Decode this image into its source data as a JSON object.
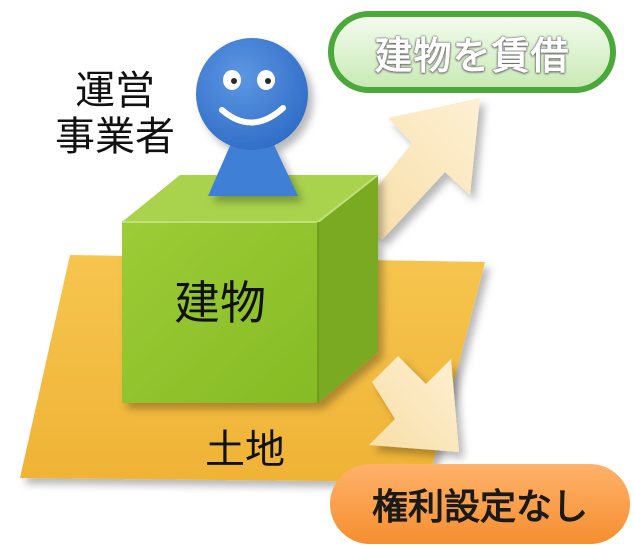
{
  "operator_label": {
    "line1": "運営",
    "line2": "事業者"
  },
  "building_label": "建物",
  "land_label": "土地",
  "rent_bubble": "建物を賃借",
  "no_rights_bubble": "権利設定なし",
  "colors": {
    "land_fill": "#f2bc43",
    "building_front": "#8cc22c",
    "building_side": "#6e9f1d",
    "building_top": "#a6d24a",
    "person": "#3f7fd6",
    "arrow": "#fbe3b2",
    "rent_border": "#4aa93a",
    "no_rights_fill": "#f5902f"
  }
}
